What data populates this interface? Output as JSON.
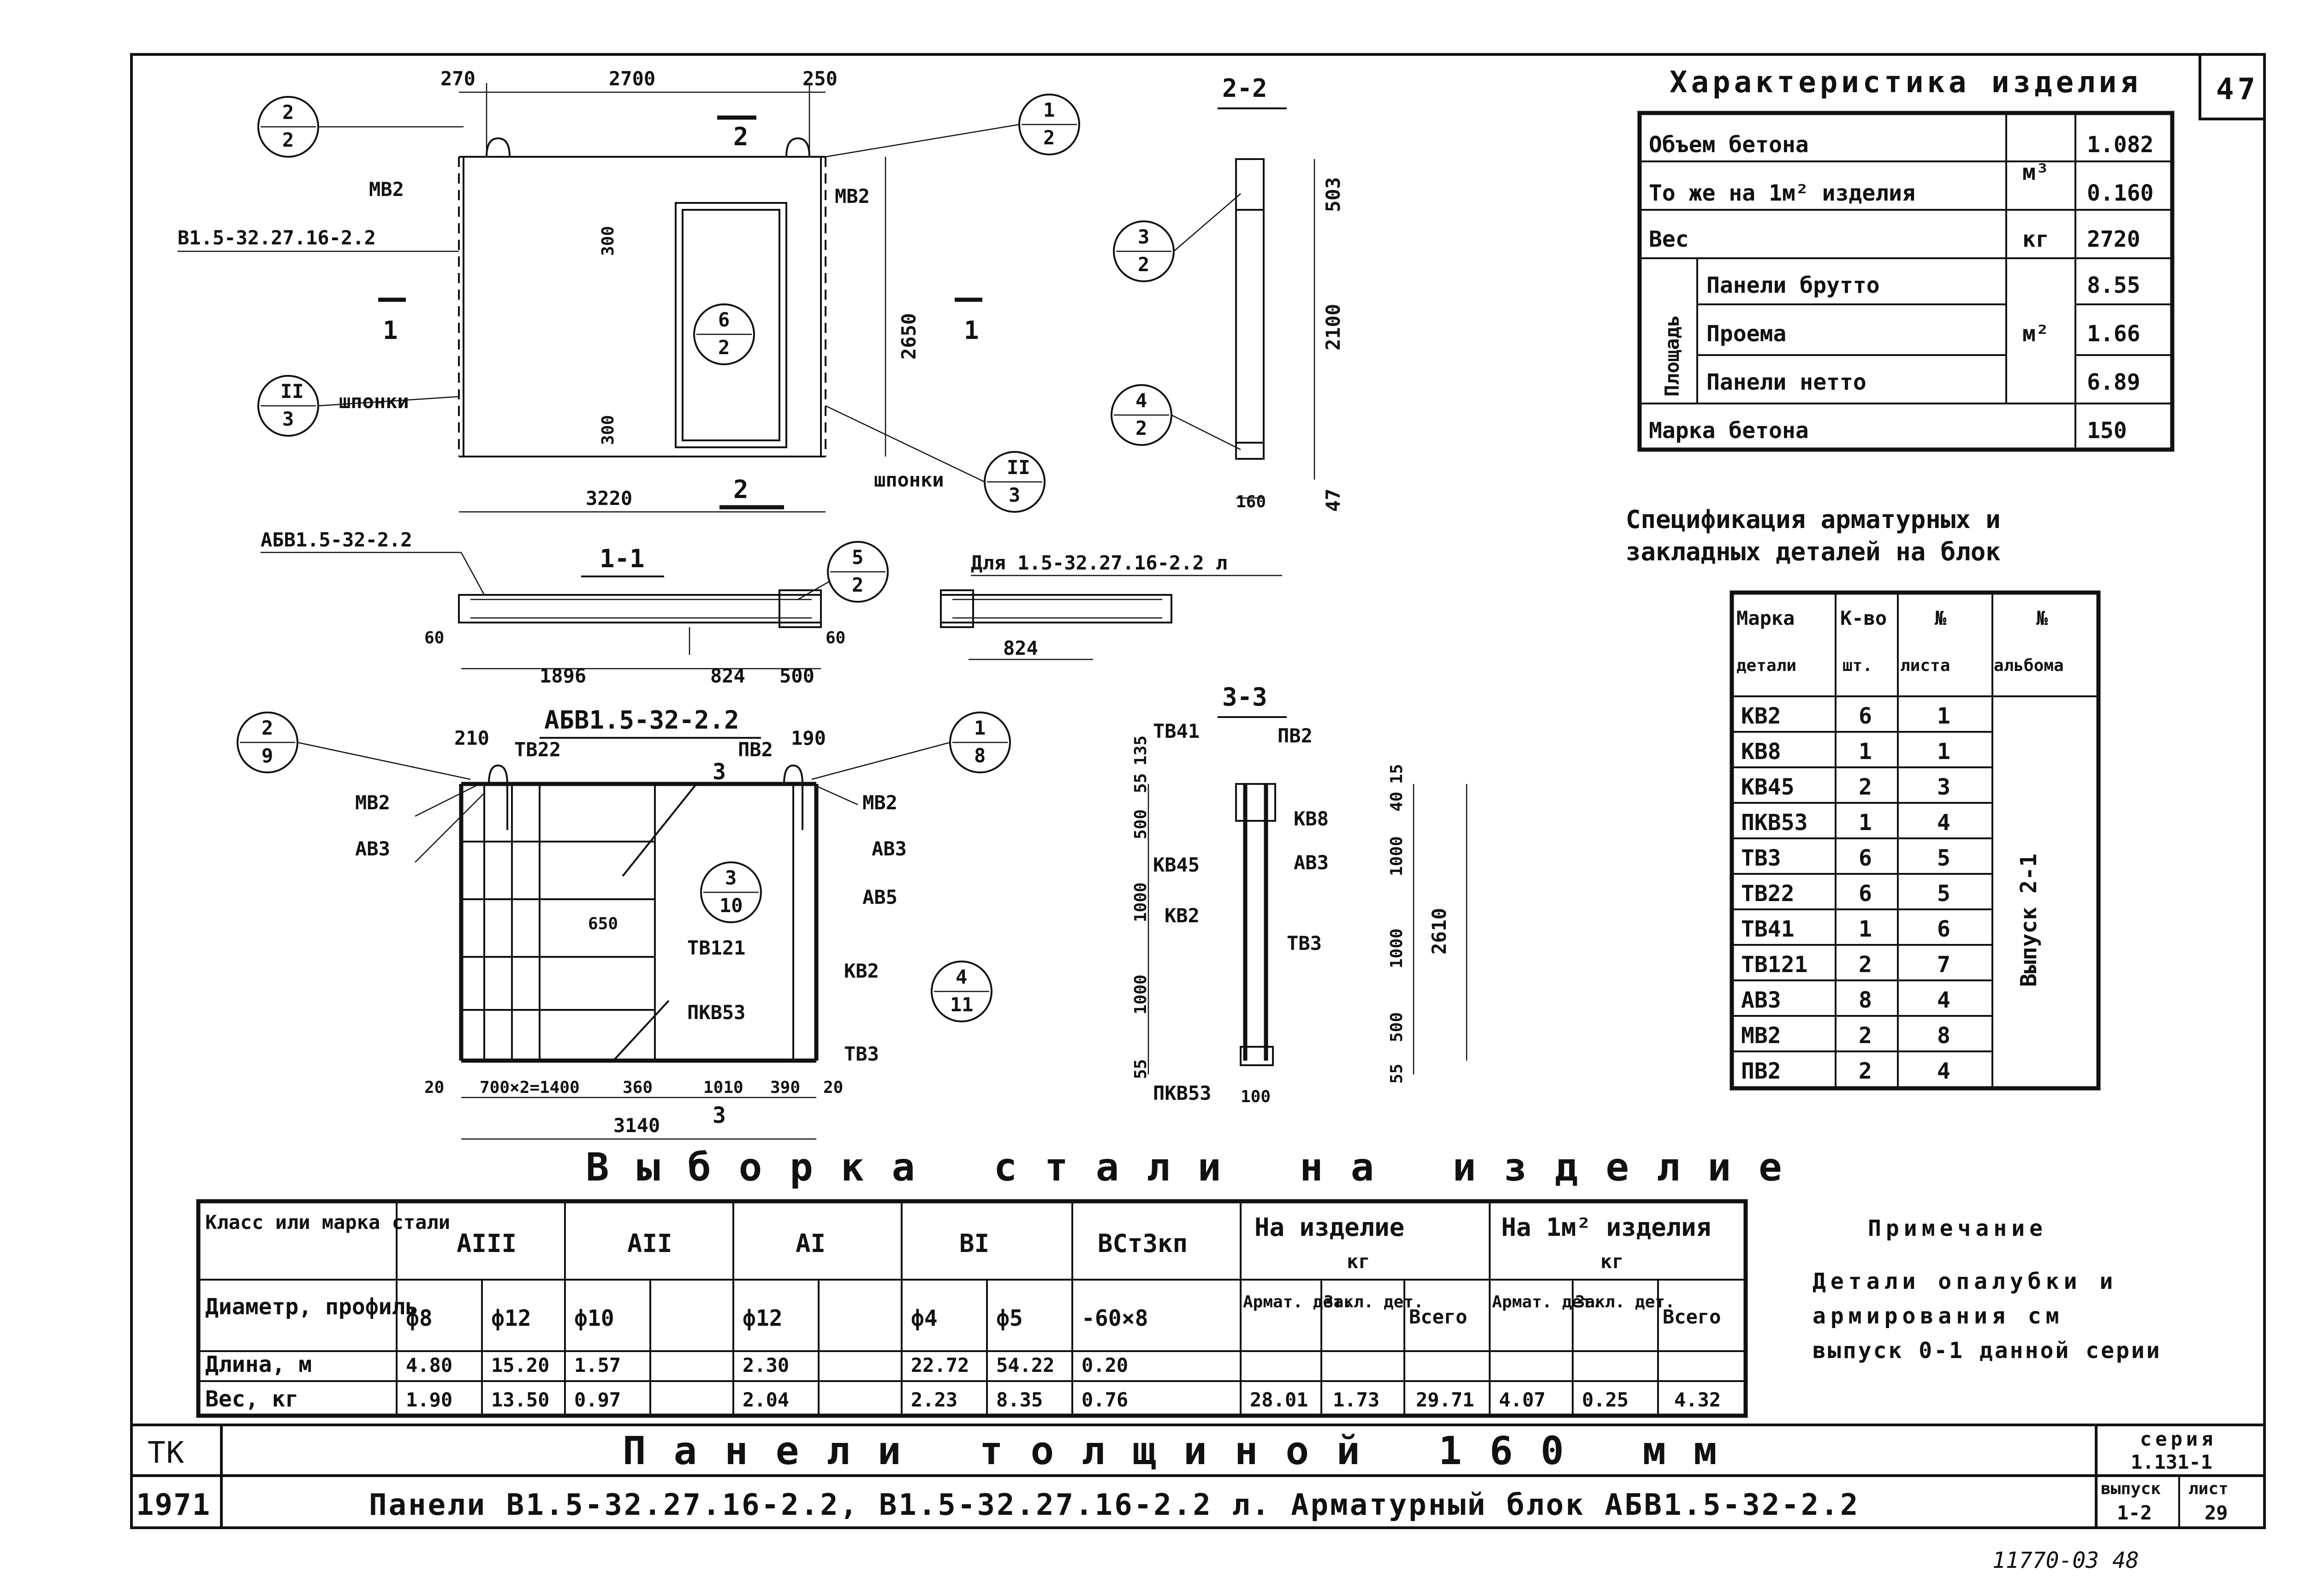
{
  "sheet_number": "47",
  "characteristics": {
    "title": "Характеристика изделия",
    "rows": [
      {
        "label": "Объем бетона",
        "unit": "м³",
        "value": "1.082"
      },
      {
        "label": "То же на 1м² изделия",
        "unit": "",
        "value": "0.160"
      },
      {
        "label": "Вес",
        "unit": "кг",
        "value": "2720"
      },
      {
        "label": "Панели брутто",
        "unit": "",
        "value": "8.55"
      },
      {
        "label": "Проема",
        "unit": "м²",
        "value": "1.66"
      },
      {
        "label": "Панели нетто",
        "unit": "",
        "value": "6.89"
      },
      {
        "label": "Марка бетона",
        "unit": "",
        "value": "150"
      }
    ],
    "area_group_label": "Площадь"
  },
  "specification": {
    "title_line1": "Спецификация арматурных и",
    "title_line2": "закладных деталей на блок",
    "headers": {
      "mark1": "Марка",
      "mark2": "детали",
      "qty1": "К-во",
      "qty2": "шт.",
      "sheet1": "№",
      "sheet2": "листа",
      "album1": "№",
      "album2": "альбома"
    },
    "album_value": "Выпуск 2-1",
    "rows": [
      {
        "mark": "КВ2",
        "qty": "6",
        "sheet": "1"
      },
      {
        "mark": "КВ8",
        "qty": "1",
        "sheet": "1"
      },
      {
        "mark": "КВ45",
        "qty": "2",
        "sheet": "3"
      },
      {
        "mark": "ПКВ53",
        "qty": "1",
        "sheet": "4"
      },
      {
        "mark": "ТВ3",
        "qty": "6",
        "sheet": "5"
      },
      {
        "mark": "ТВ22",
        "qty": "6",
        "sheet": "5"
      },
      {
        "mark": "ТВ41",
        "qty": "1",
        "sheet": "6"
      },
      {
        "mark": "ТВ121",
        "qty": "2",
        "sheet": "7"
      },
      {
        "mark": "АВ3",
        "qty": "8",
        "sheet": "4"
      },
      {
        "mark": "МВ2",
        "qty": "2",
        "sheet": "8"
      },
      {
        "mark": "ПВ2",
        "qty": "2",
        "sheet": "4"
      }
    ]
  },
  "steel": {
    "title": "Выборка стали на изделие",
    "class_label": "Класс или марка стали",
    "diam_label": "Диаметр, профиль",
    "length_label": "Длина, м",
    "weight_label": "Вес, кг",
    "classes": [
      "АIII",
      "АII",
      "АI",
      "ВI",
      "ВСт3кп"
    ],
    "diameters": [
      "ф8",
      "ф12",
      "ф10",
      "",
      "ф12",
      "",
      "ф4",
      "ф5",
      "-60×8"
    ],
    "lengths": [
      "4.80",
      "15.20",
      "1.57",
      "",
      "2.30",
      "",
      "22.72",
      "54.22",
      "0.20"
    ],
    "weights": [
      "1.90",
      "13.50",
      "0.97",
      "",
      "2.04",
      "",
      "2.23",
      "8.35",
      "0.76"
    ],
    "per_item_label": "На изделие",
    "per_m2_label": "На 1м² изделия",
    "kg": "кг",
    "sub_headers": [
      "Армат. дет.",
      "Закл. дет.",
      "Всего"
    ],
    "per_item": [
      "28.01",
      "1.73",
      "29.71"
    ],
    "per_m2": [
      "4.07",
      "0.25",
      "4.32"
    ]
  },
  "note": {
    "title": "Примечание",
    "lines": [
      "Детали опалубки и",
      "армирования см",
      "выпуск 0-1 данной серии"
    ]
  },
  "title_block": {
    "tk": "ТК",
    "year": "1971",
    "main_title": "Панели толщиной 160 мм",
    "subtitle": "Панели В1.5-32.27.16-2.2, В1.5-32.27.16-2.2 л. Арматурный блок АБВ1.5-32-2.2",
    "series_label": "серия",
    "series_value": "1.131-1",
    "issue_label": "выпуск",
    "issue_value": "1-2",
    "sheet_label": "лист",
    "sheet_value": "29"
  },
  "footer_note": "11770-03  48",
  "drawing": {
    "elevation": {
      "dims_top": [
        "270",
        "2700",
        "250"
      ],
      "dim_height": "2650",
      "dim_opening": "300",
      "dim_bottom": "3220",
      "panel_mark": "В1.5-32.27.16-2.2",
      "labels": [
        "МВ2",
        "МВ2",
        "шпонки",
        "шпонки"
      ],
      "callouts": [
        [
          "2",
          "2"
        ],
        [
          "1",
          "2"
        ],
        [
          "6",
          "2"
        ],
        [
          "II",
          "3"
        ],
        [
          "II",
          "3"
        ]
      ],
      "section_marks": [
        "1",
        "1",
        "2",
        "2"
      ]
    },
    "section_22": {
      "title": "2-2",
      "dims": [
        "503",
        "2100",
        "47",
        "160"
      ],
      "callouts": [
        [
          "3",
          "2"
        ],
        [
          "4",
          "2"
        ]
      ]
    },
    "section_11": {
      "title": "1-1",
      "label": "АБВ1.5-32-2.2",
      "dims": [
        "60",
        "1896",
        "824",
        "500",
        "60"
      ],
      "callout": [
        "5",
        "2"
      ]
    },
    "section_l": {
      "label": "Для 1.5-32.27.16-2.2 л",
      "dim": "824"
    },
    "block": {
      "title": "АБВ1.5-32-2.2",
      "labels": [
        "ТВ22",
        "ПВ2",
        "МВ2",
        "АВ3",
        "МВ2",
        "АВ3",
        "АВ5",
        "ТВ121",
        "КВ2",
        "ПКВ53",
        "ТВ3"
      ],
      "dims_top": [
        "210",
        "190"
      ],
      "dims_bottom": [
        "20",
        "700×2=1400",
        "360",
        "1010",
        "390",
        "20"
      ],
      "dim_650": "650",
      "dim_total": "3140",
      "section_mark": "3",
      "callouts": [
        [
          "2",
          "9"
        ],
        [
          "1",
          "8"
        ],
        [
          "3",
          "10"
        ],
        [
          "4",
          "11"
        ]
      ]
    },
    "section_33": {
      "title": "3-3",
      "labels": [
        "ТВ41",
        "ПВ2",
        "КВ8",
        "КВ45",
        "АВ3",
        "КВ2",
        "ТВ3",
        "ПКВ53"
      ],
      "dims_left": [
        "55",
        "135",
        "500",
        "1000",
        "1000",
        "55"
      ],
      "dims_right": [
        "15",
        "40",
        "1000",
        "1000",
        "500",
        "55"
      ],
      "dim_total": "2610",
      "dim_bottom": "100"
    }
  }
}
